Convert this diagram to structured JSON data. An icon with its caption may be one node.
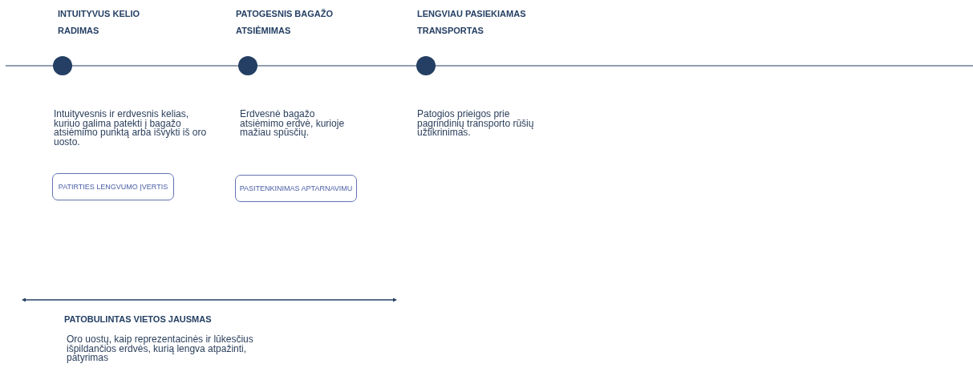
{
  "diagram": {
    "nodes": [
      {
        "text": [],
        "shape": "circle",
        "beside": [
          "INTUITYVUS KELIO RADIMAS",
          "Intuityvesnis ir erdvesnis kelias, kuriuo galima patekti į bagažo atsiėmimo punktą arba išvykti iš oro uosto."
        ]
      },
      {
        "text": [],
        "shape": "circle",
        "beside": [
          "PATOGESNIS BAGAŽO ATSIĖMIMAS",
          "Erdvesnė bagažo atsiėmimo erdvė, kurioje mažiau spūsčių."
        ]
      },
      {
        "text": [],
        "shape": "circle",
        "beside": [
          "LENGVIAU PASIEKIAMAS TRANSPORTAS",
          "Patogios prieigos prie pagrindinių transporto rūšių užtikrinimas."
        ]
      },
      {
        "text": [
          "PATIRTIES LENGVUMO ĮVERTIS"
        ]
      },
      {
        "text": [
          "PASITENKINIMAS APTARNAVIMU"
        ]
      }
    ],
    "edges": [],
    "labels": [
      "PATOBULINTAS VIETOS JAUSMAS",
      "Oro uostų, kaip reprezentacinės ir lūkesčius išpildančios erdvės, kurią lengva atpažinti, patyrimas"
    ]
  }
}
